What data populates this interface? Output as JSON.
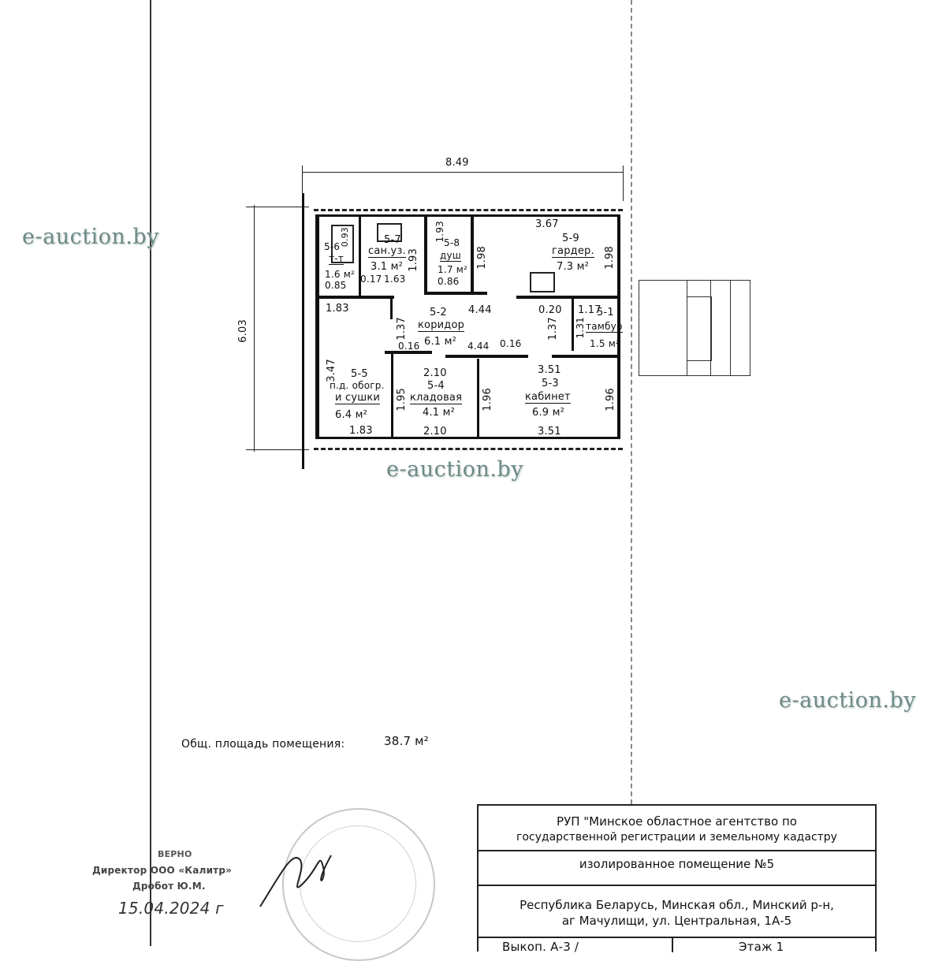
{
  "plan": {
    "overall_width": "8.49",
    "overall_depth": "6.03",
    "rooms": [
      {
        "id": "5-6",
        "name": "т-т",
        "area": "1.6 м²",
        "dims": [
          "0.93",
          "0.85"
        ]
      },
      {
        "id": "5-7",
        "name": "сан.уз.",
        "area": "3.1 м²",
        "dims": [
          "1.93",
          "0.17",
          "1.63"
        ]
      },
      {
        "id": "5-8",
        "name": "душ",
        "area": "1.7 м²",
        "dims": [
          "1.93",
          "0.86"
        ]
      },
      {
        "id": "5-9",
        "name": "гардер.",
        "area": "7.3 м²",
        "dims": [
          "3.67",
          "1.98",
          "1.98"
        ]
      },
      {
        "id": "5-2",
        "name": "коридор",
        "area": "6.1 м²",
        "dims": [
          "4.44",
          "1.37",
          "0.16",
          "4.44",
          "0.16"
        ]
      },
      {
        "id": "5-1",
        "name": "тамбур",
        "area": "1.5 м²",
        "dims": [
          "0.20",
          "1.17",
          "1.31",
          "1.37"
        ]
      },
      {
        "id": "5-5",
        "name": "п.д. обогр. и сушки",
        "name1": "п.д. обогр.",
        "name2": "и сушки",
        "area": "6.4 м²",
        "dims": [
          "1.83",
          "3.47",
          "1.83"
        ]
      },
      {
        "id": "5-4",
        "name": "кладовая",
        "area": "4.1 м²",
        "dims": [
          "2.10",
          "1.95",
          "2.10"
        ]
      },
      {
        "id": "5-3",
        "name": "кабинет",
        "area": "6.9 м²",
        "dims": [
          "3.51",
          "1.96",
          "1.96",
          "3.51"
        ]
      }
    ],
    "total_area_label": "Общ. площадь помещения:",
    "total_area_value": "38.7 м²"
  },
  "title_block": {
    "org_line1": "РУП \"Минское областное агентство по",
    "org_line2": "государственной регистрации и земельному кадастру",
    "object": "изолированное помещение №5",
    "address_line1": "Республика Беларусь, Минская обл., Минский р-н,",
    "address_line2": "аг Мачулищи, ул. Центральная, 1А-5",
    "bottom_left": "Выкоп. А-3 /",
    "bottom_right": "Этаж 1"
  },
  "certification": {
    "line1": "ВЕРНО",
    "line2": "Директор ООО «Калитр»",
    "line3": "Дробот Ю.М.",
    "date": "15.04.2024 г"
  },
  "watermarks": [
    "e-auction.by",
    "e-auction.by",
    "e-auction.by"
  ]
}
